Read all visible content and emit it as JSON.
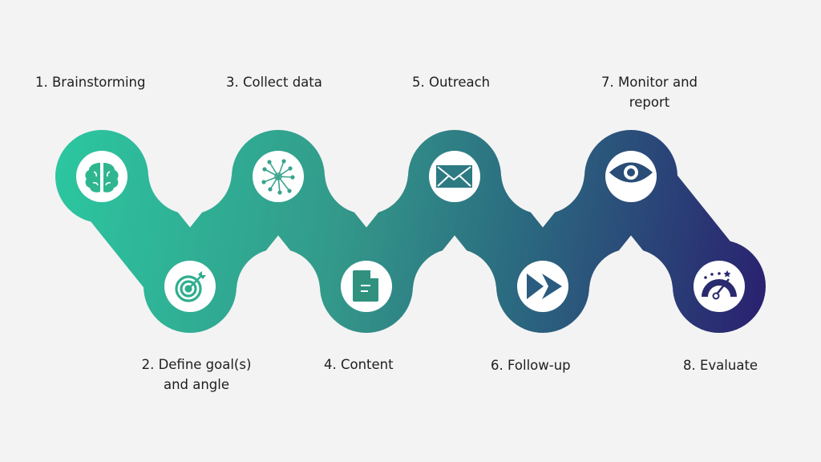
{
  "steps": [
    {
      "label": "1. Brainstorming",
      "icon": "brain-icon"
    },
    {
      "label": "2. Define goal(s)",
      "label2": "and angle",
      "icon": "target-icon"
    },
    {
      "label": "3. Collect data",
      "icon": "network-icon"
    },
    {
      "label": "4. Content",
      "icon": "document-icon"
    },
    {
      "label": "5. Outreach",
      "icon": "envelope-icon"
    },
    {
      "label": "6. Follow-up",
      "icon": "fast-forward-icon"
    },
    {
      "label": "7. Monitor and",
      "label2": "report",
      "icon": "eye-icon"
    },
    {
      "label": "8. Evaluate",
      "icon": "gauge-icon"
    }
  ],
  "colors": {
    "start": "#2cc6a0",
    "mid": "#2e7c86",
    "end": "#2a2270",
    "background": "#f3f3f3"
  }
}
